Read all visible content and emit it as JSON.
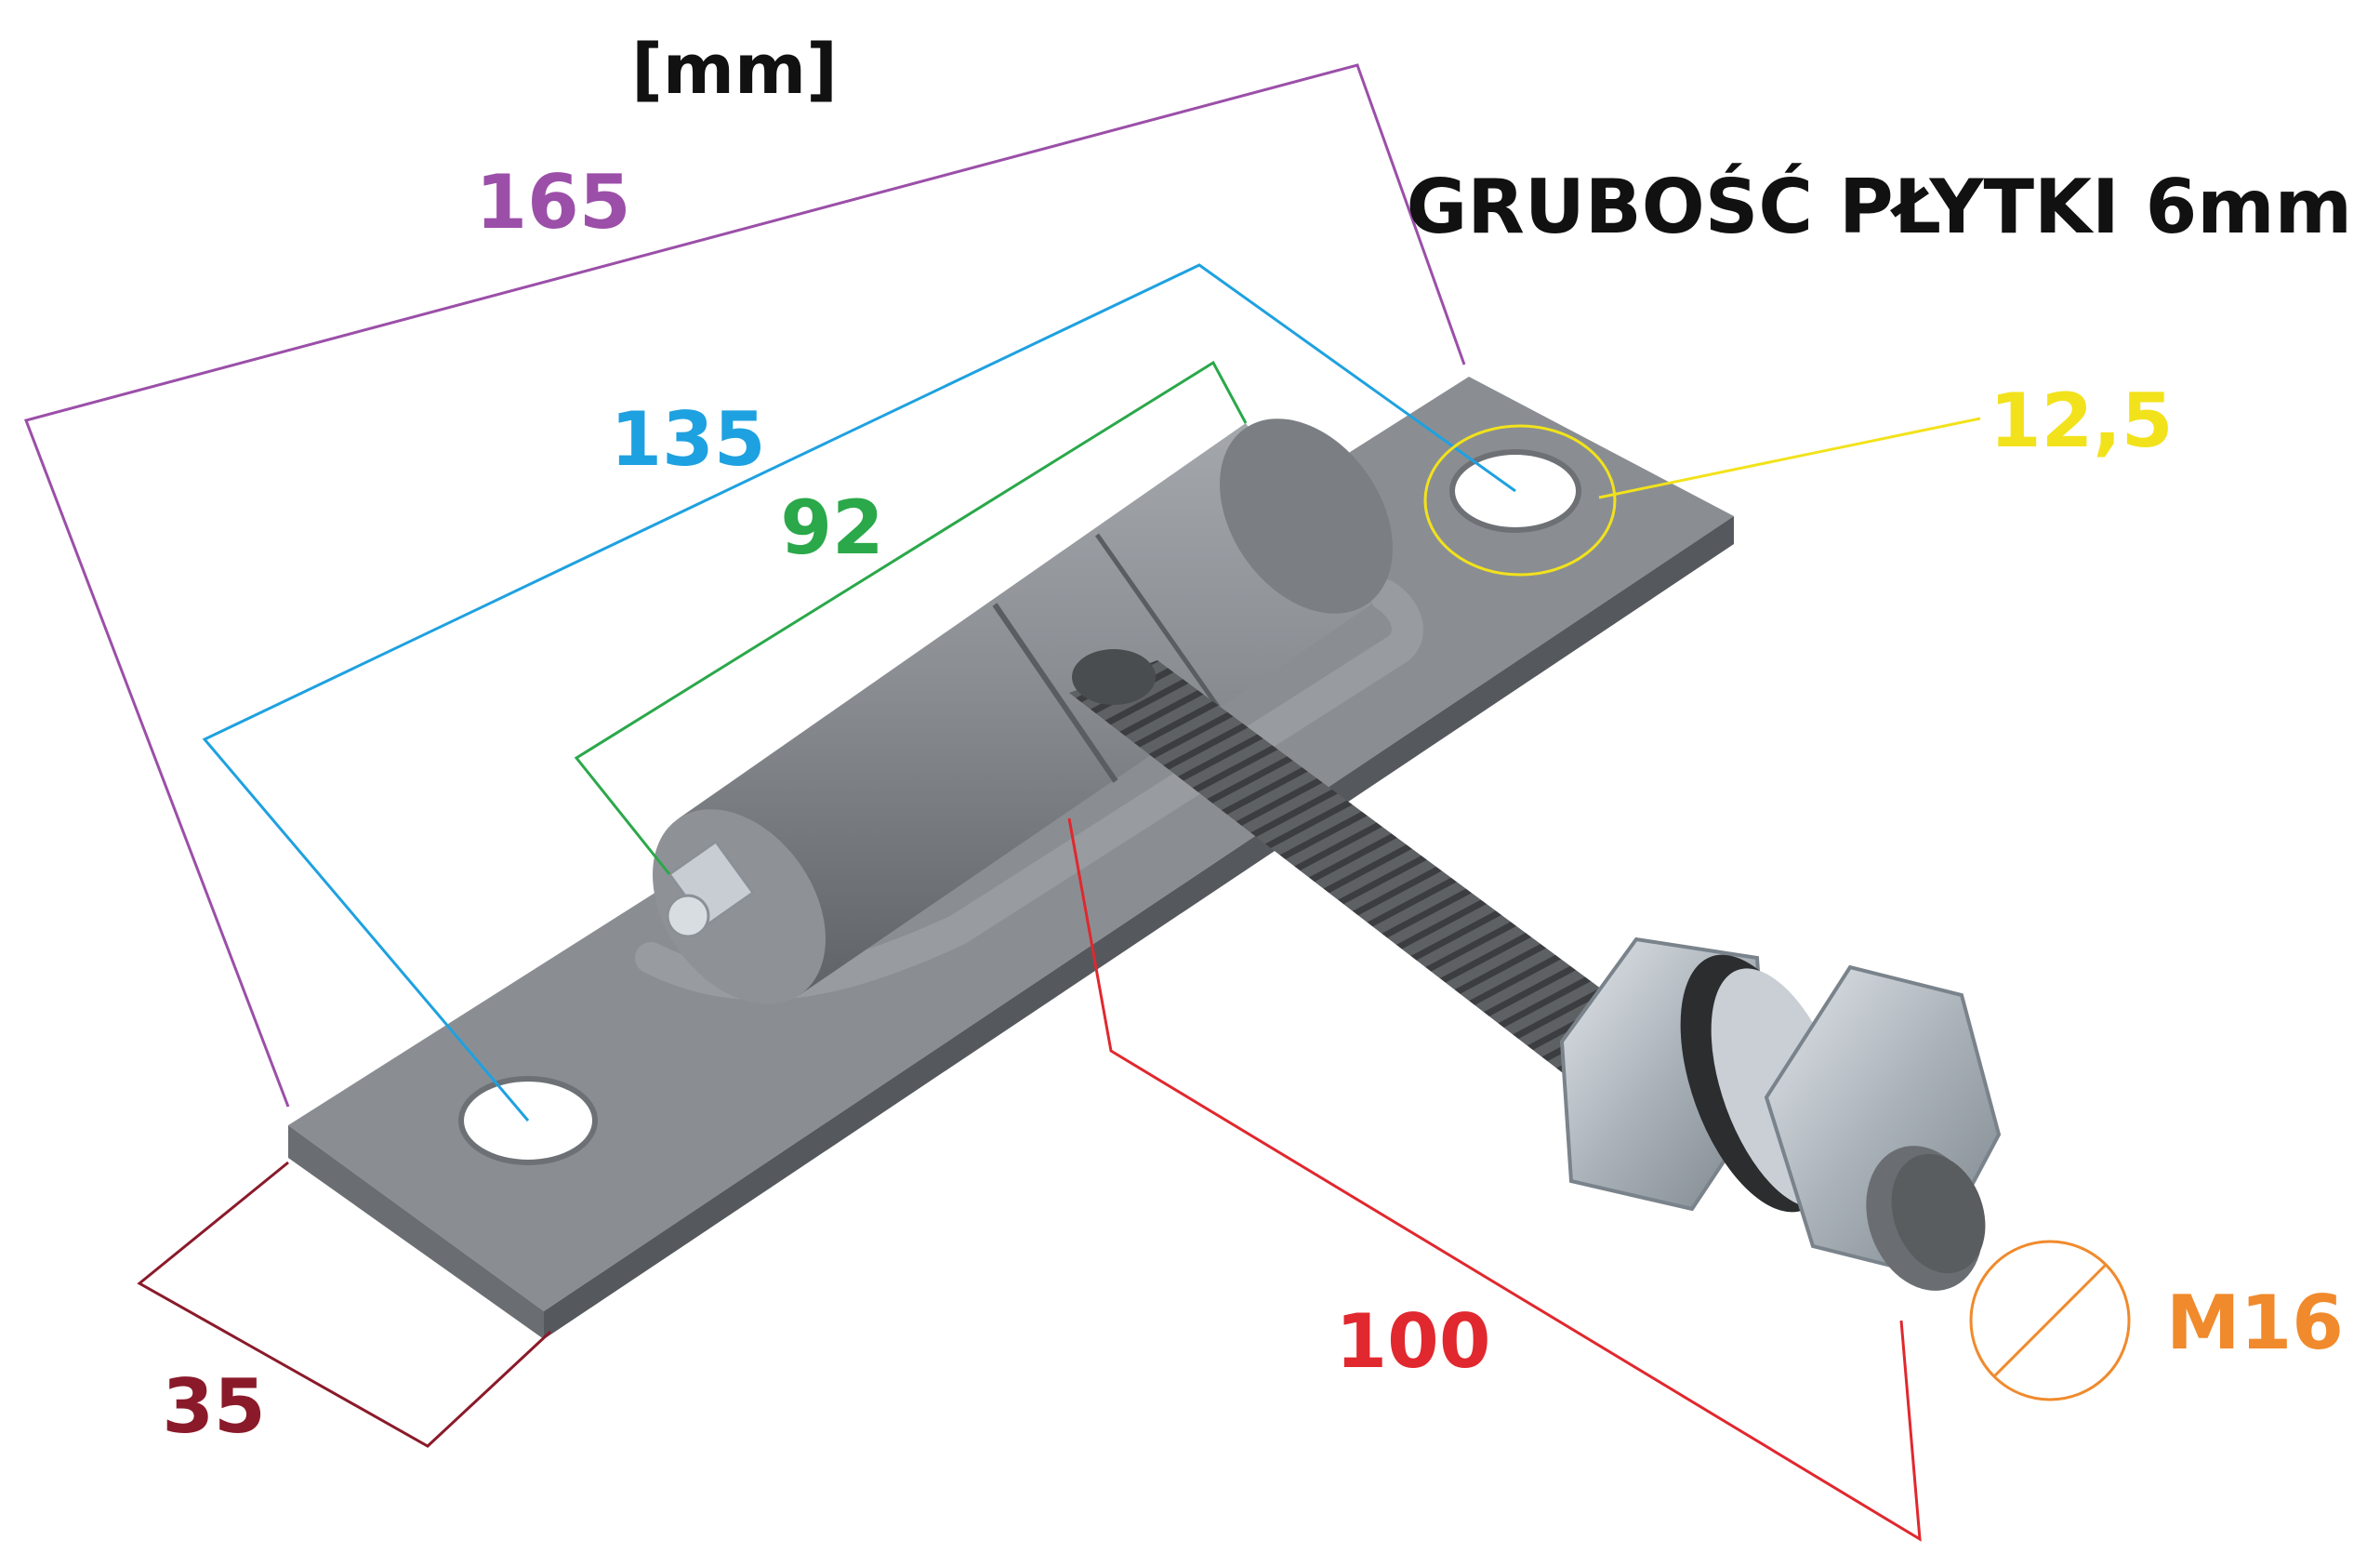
{
  "unit_label": "[mm]",
  "thickness_note": "GRUBOŚĆ PŁYTKI 6mm",
  "dimensions": {
    "total_length": {
      "label": "165",
      "color": "#9b4fa8"
    },
    "hole_spacing": {
      "label": "135",
      "color": "#1ea1e0"
    },
    "hinge_length": {
      "label": "92",
      "color": "#2aa84a"
    },
    "hole_diameter": {
      "label": "12,5",
      "color": "#f2e21b"
    },
    "bolt_length": {
      "label": "100",
      "color": "#e0282e"
    },
    "plate_width": {
      "label": "35",
      "color": "#8a1a2a"
    },
    "thread_size": {
      "label": "M16",
      "color": "#f08a2c"
    }
  },
  "text_color": "#111111",
  "plate_color": "#8a8e93",
  "metal_color": "#b9c0c6"
}
